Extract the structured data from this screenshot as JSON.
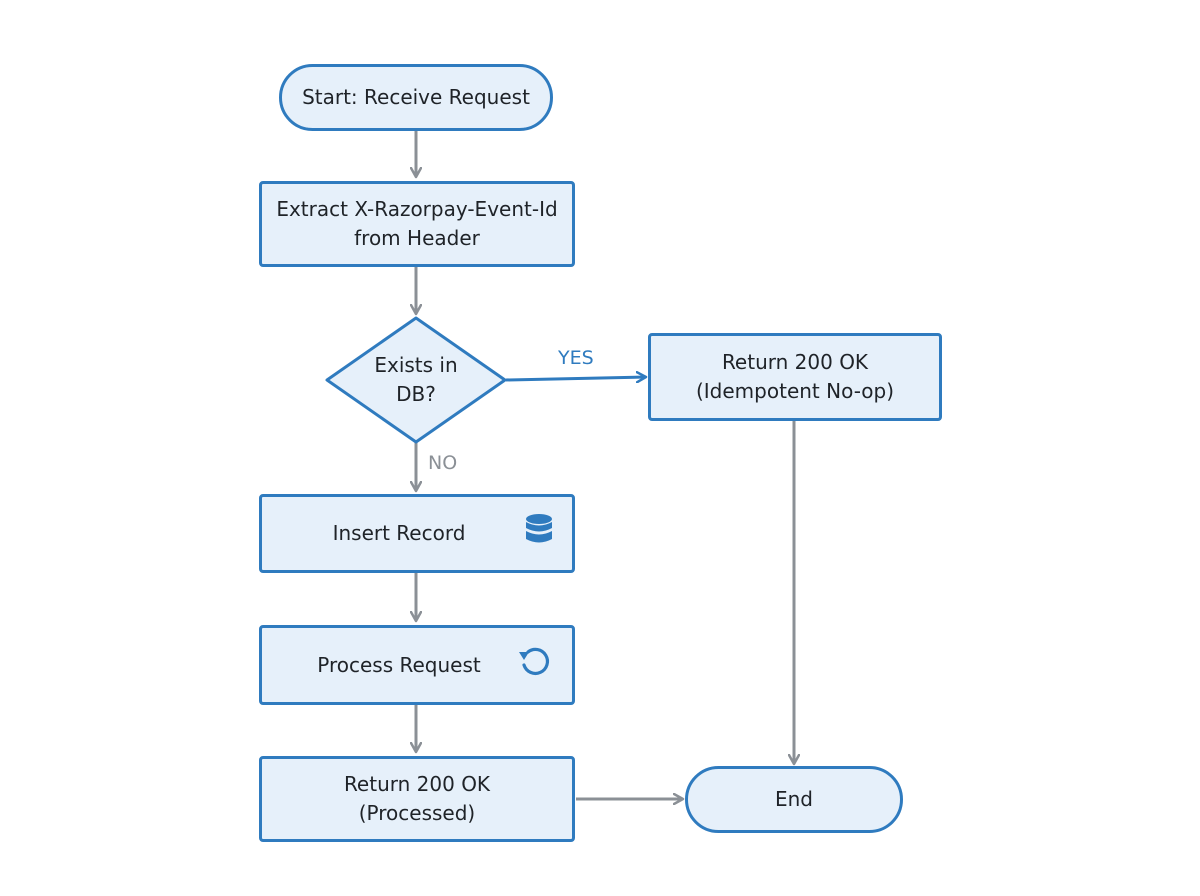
{
  "nodes": {
    "start": "Start: Receive Request",
    "extract": "Extract X-Razorpay-Event-Id\nfrom Header",
    "decision": "Exists in\nDB?",
    "return_noop": "Return 200 OK\n(Idempotent No-op)",
    "insert": "Insert Record",
    "process": "Process Request",
    "return_processed": "Return 200 OK\n(Processed)",
    "end": "End"
  },
  "edge_labels": {
    "yes": "YES",
    "no": "NO"
  },
  "icons": {
    "insert": "database-icon",
    "process": "refresh-icon"
  },
  "colors": {
    "accent": "#2f7bbf",
    "node_fill": "#e6f0fa",
    "connector": "#8b9096",
    "text": "#1f2328"
  }
}
